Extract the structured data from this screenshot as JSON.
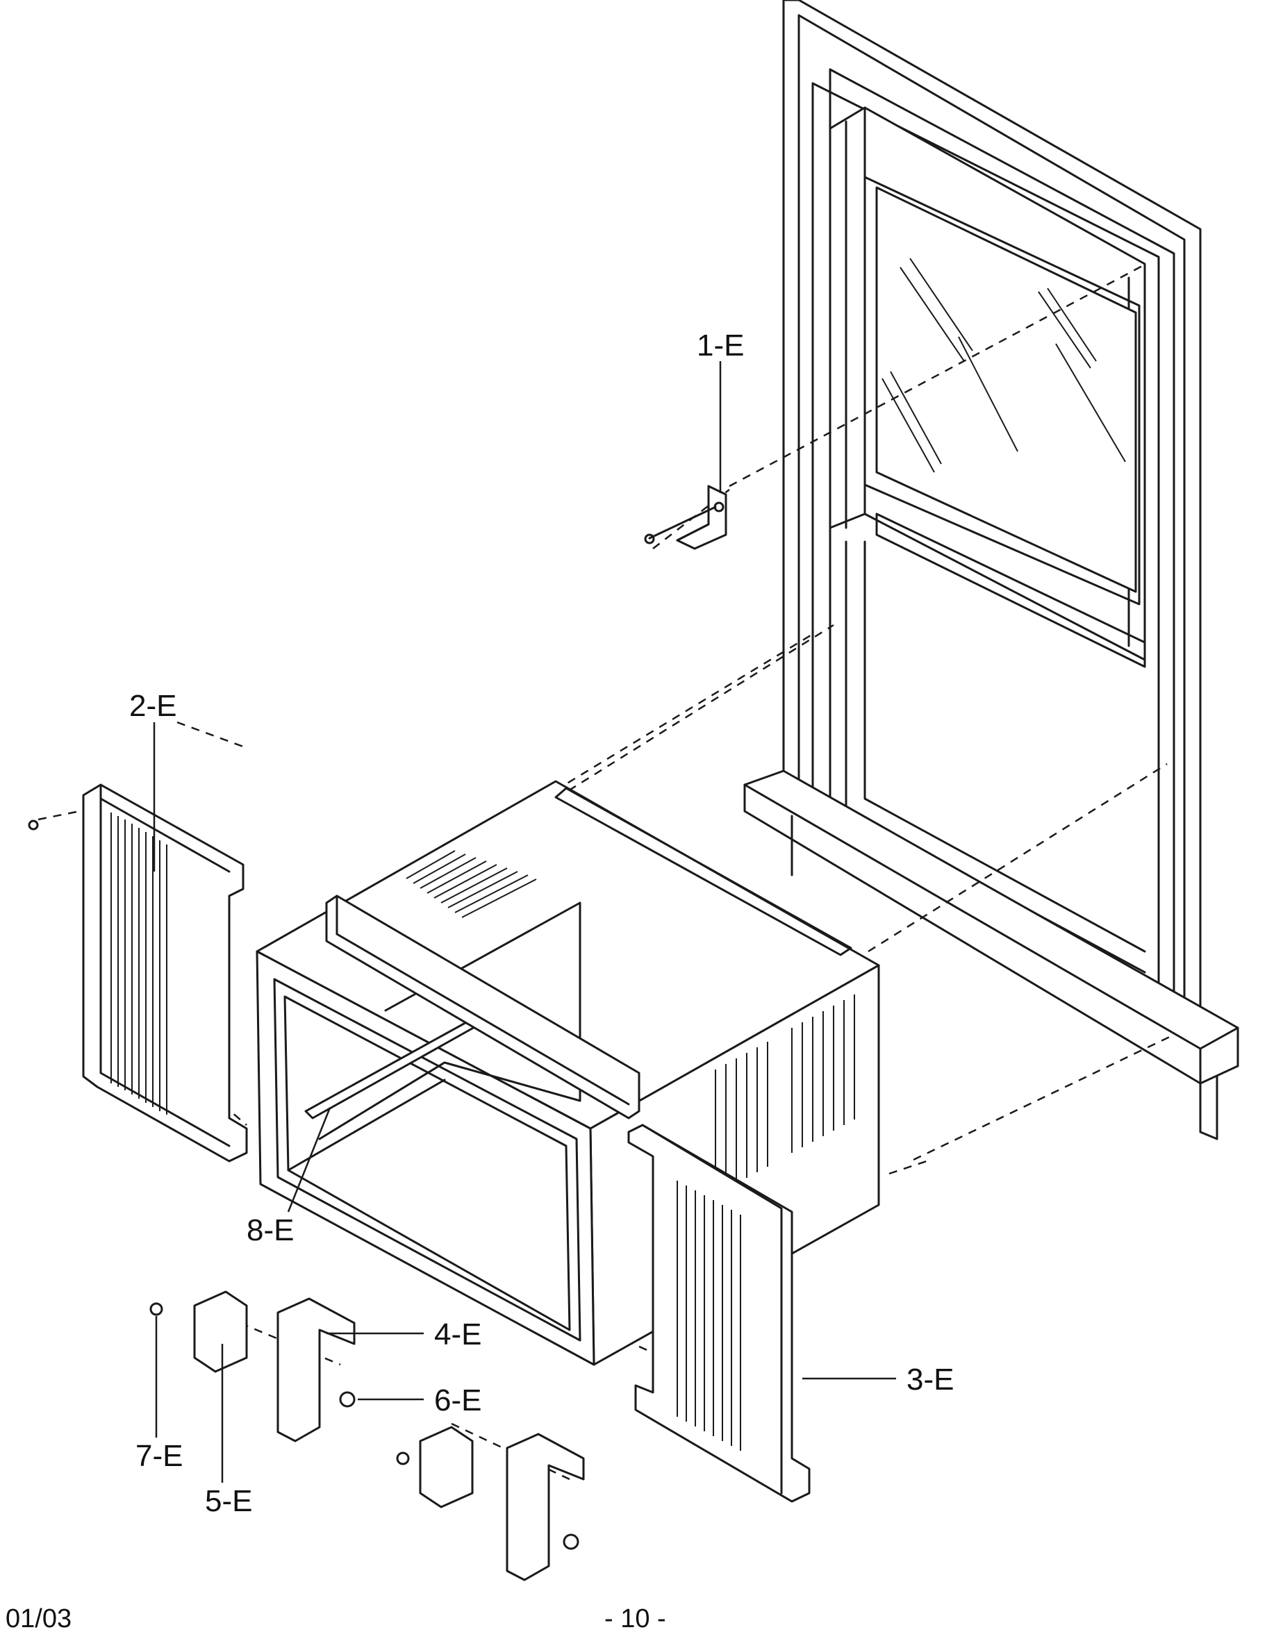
{
  "diagram": {
    "part_labels": {
      "p1": "1-E",
      "p2": "2-E",
      "p3": "3-E",
      "p4": "4-E",
      "p5": "5-E",
      "p6": "6-E",
      "p7": "7-E",
      "p8": "8-E"
    }
  },
  "footer": {
    "date": "01/03",
    "page_number": "- 10 -"
  }
}
